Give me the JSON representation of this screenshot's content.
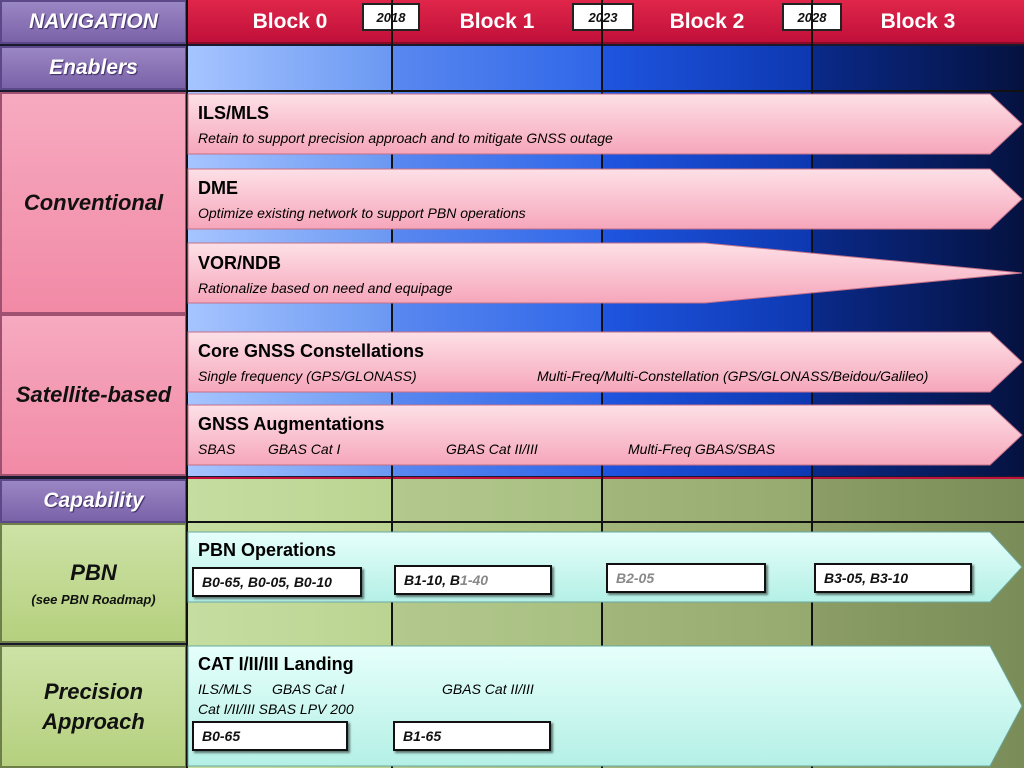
{
  "left": {
    "navigation": "NAVIGATION",
    "enablers": "Enablers",
    "conventional": "Conventional",
    "satellite": "Satellite-based",
    "capability": "Capability",
    "pbn": "PBN",
    "pbn_sub": "(see PBN Roadmap)",
    "precision": "Precision Approach"
  },
  "blocks": [
    "Block 0",
    "Block 1",
    "Block 2",
    "Block 3"
  ],
  "years": [
    "2018",
    "2023",
    "2028"
  ],
  "arrows": {
    "ils": {
      "title": "ILS/MLS",
      "desc": "Retain to support precision approach and to mitigate  GNSS outage"
    },
    "dme": {
      "title": "DME",
      "desc": "Optimize existing network to support PBN operations"
    },
    "vor": {
      "title": "VOR/NDB",
      "desc": "Rationalize based on need and equipage"
    },
    "gnss": {
      "title": "Core GNSS Constellations",
      "desc1": "Single  frequency  (GPS/GLONASS)",
      "desc2": "Multi-Freq/Multi-Constellation (GPS/GLONASS/Beidou/Galileo)"
    },
    "aug": {
      "title": "GNSS Augmentations",
      "d1": "SBAS",
      "d2": "GBAS Cat I",
      "d3": "GBAS Cat II/III",
      "d4": "Multi-Freq GBAS/SBAS"
    },
    "pbn": {
      "title": "PBN Operations"
    },
    "cat": {
      "title": "CAT I/II/III  Landing",
      "d1": "ILS/MLS",
      "d2": "GBAS  Cat I",
      "d3": "GBAS Cat II/III",
      "d4": "Cat I/II/III  SBAS LPV 200"
    }
  },
  "tags": {
    "pbn_b0": "B0-65, B0-05, B0-10",
    "pbn_b1_a": "B1-10, B",
    "pbn_b1_b": "1-40",
    "pbn_b2": "B2-05",
    "pbn_b3": "B3-05, B3-10",
    "cat_b0": "B0-65",
    "cat_b1": "B1-65"
  },
  "colors": {
    "enabler_bg": "#1f4fd6",
    "capability_bg": "#a4b47a",
    "arrow_pink": "#f9b4c4",
    "arrow_cyan": "#c8f6ee",
    "header_red": "#d41a42"
  }
}
